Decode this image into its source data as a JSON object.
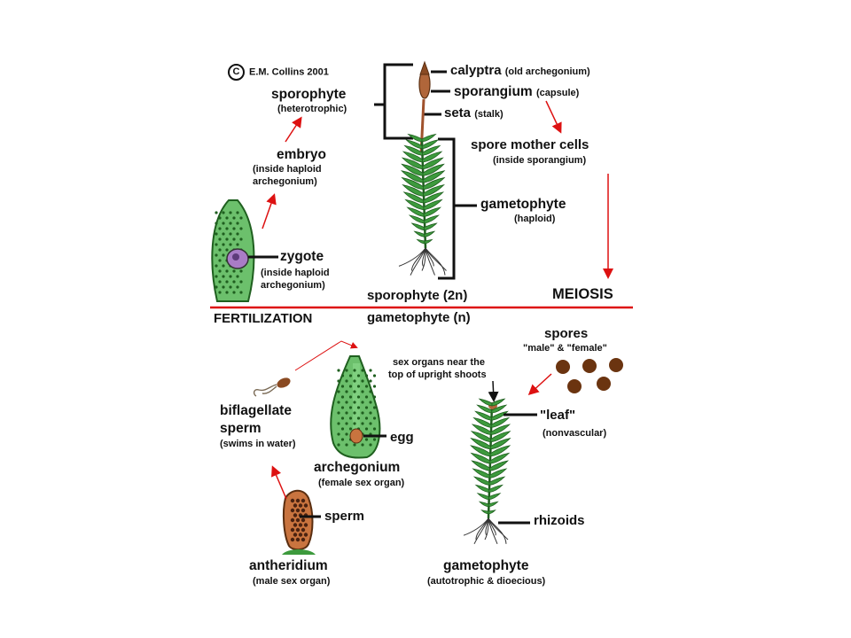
{
  "colors": {
    "divider": "#dd1111",
    "arrow": "#dd1111",
    "leaf": "#3d9a3d",
    "leaf_dark": "#1f5f1f",
    "capsule": "#b0663a",
    "spore": "#6b3410",
    "cell_green": "#6cc06c",
    "zygote": "#a97cc6",
    "antheridium": "#c9743f"
  },
  "copyright": {
    "symbol": "C",
    "text": "E.M. Collins 2001"
  },
  "top": {
    "sporophyte": {
      "title": "sporophyte",
      "sub": "(heterotrophic)"
    },
    "calyptra": {
      "main": "calyptra",
      "sub": "(old archegonium)"
    },
    "sporangium": {
      "main": "sporangium",
      "sub": "(capsule)"
    },
    "seta": {
      "main": "seta",
      "sub": "(stalk)"
    },
    "embryo": {
      "title": "embryo",
      "line1": "(inside haploid",
      "line2": "archegonium)"
    },
    "spore_mother": {
      "title": "spore mother cells",
      "sub": "(inside sporangium)"
    },
    "gametophyte": {
      "title": "gametophyte",
      "sub": "(haploid)"
    },
    "zygote": {
      "title": "zygote",
      "line1": "(inside haploid",
      "line2": "archegonium)"
    },
    "ploidy_sporophyte": "sporophyte (2n)",
    "ploidy_gametophyte": "gametophyte (n)",
    "meiosis": "MEIOSIS",
    "fertilization": "FERTILIZATION"
  },
  "bottom": {
    "spores": {
      "title": "spores",
      "sub": "\"male\" & \"female\""
    },
    "sex_organs": {
      "line1": "sex organs near the",
      "line2": "top of upright shoots"
    },
    "leaf": {
      "title": "\"leaf\"",
      "sub": "(nonvascular)"
    },
    "biflagellate": {
      "line1": "biflagellate",
      "line2": "sperm",
      "sub": "(swims in water)"
    },
    "egg": "egg",
    "archegonium": {
      "title": "archegonium",
      "sub": "(female sex organ)"
    },
    "sperm": "sperm",
    "rhizoids": "rhizoids",
    "antheridium": {
      "title": "antheridium",
      "sub": "(male sex organ)"
    },
    "gametophyte": {
      "title": "gametophyte",
      "sub": "(autotrophic & dioecious)"
    }
  }
}
